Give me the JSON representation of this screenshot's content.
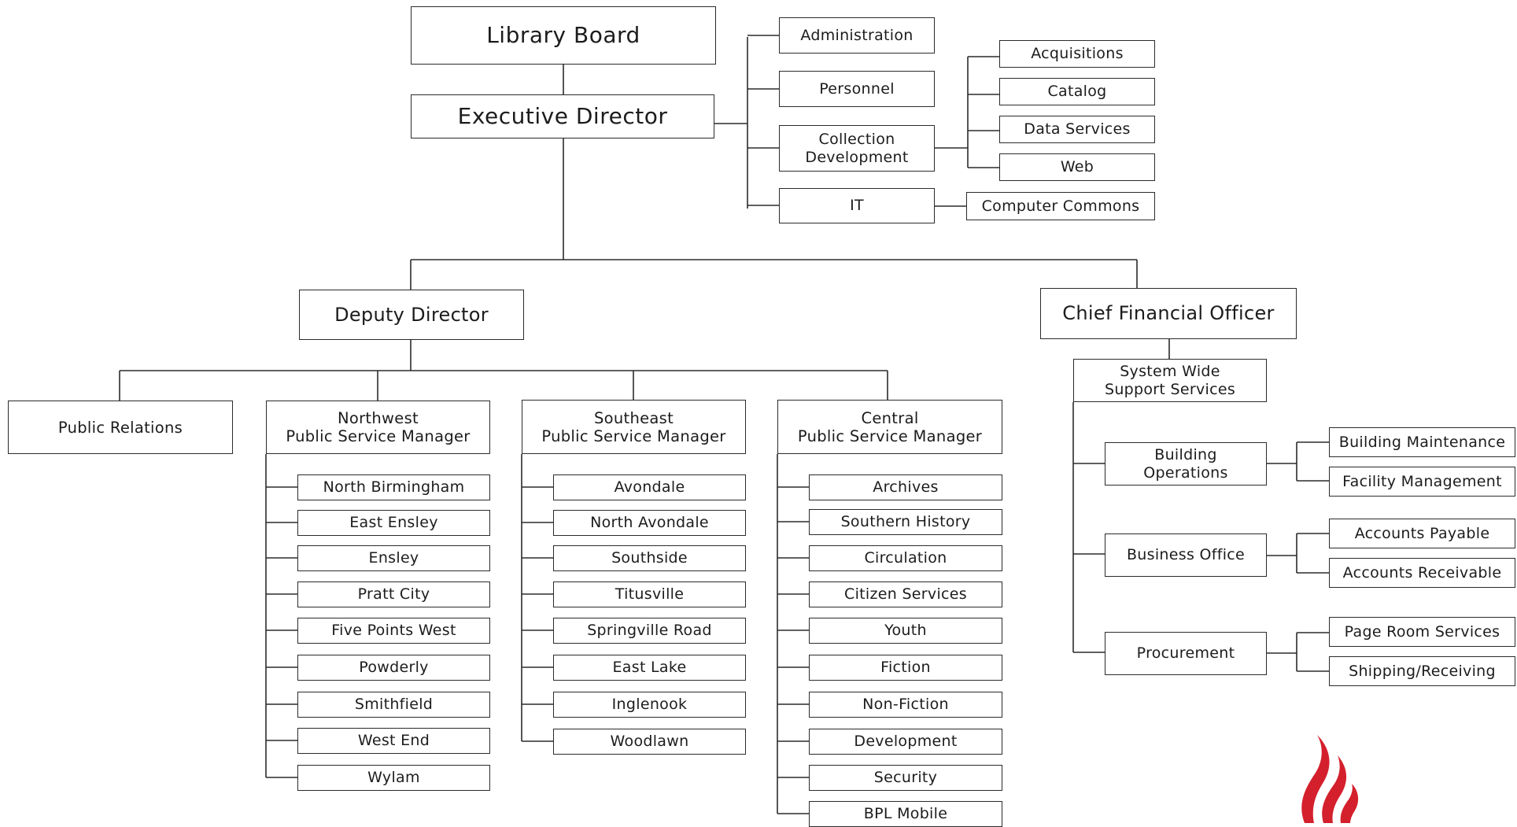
{
  "org": {
    "library_board": "Library Board",
    "executive_director": "Executive Director",
    "exec_units": {
      "administration": "Administration",
      "personnel": "Personnel",
      "collection_development": "Collection\nDevelopment",
      "it": "IT"
    },
    "collection_subunits": [
      "Acquisitions",
      "Catalog",
      "Data Services",
      "Web"
    ],
    "it_subunit": "Computer Commons",
    "deputy_director": "Deputy Director",
    "public_relations": "Public Relations",
    "northwest": {
      "title": "Northwest\nPublic Service Manager",
      "branches": [
        "North Birmingham",
        "East Ensley",
        "Ensley",
        "Pratt City",
        "Five Points West",
        "Powderly",
        "Smithfield",
        "West End",
        "Wylam"
      ]
    },
    "southeast": {
      "title": "Southeast\nPublic Service Manager",
      "branches": [
        "Avondale",
        "North Avondale",
        "Southside",
        "Titusville",
        "Springville Road",
        "East Lake",
        "Inglenook",
        "Woodlawn"
      ]
    },
    "central": {
      "title": "Central\nPublic Service Manager",
      "units": [
        "Archives",
        "Southern History",
        "Circulation",
        "Citizen Services",
        "Youth",
        "Fiction",
        "Non-Fiction",
        "Development",
        "Security",
        "BPL Mobile"
      ]
    },
    "cfo": "Chief Financial Officer",
    "system_wide": "System Wide\nSupport Services",
    "building_operations": {
      "title": "Building\nOperations",
      "units": [
        "Building Maintenance",
        "Facility Management"
      ]
    },
    "business_office": {
      "title": "Business Office",
      "units": [
        "Accounts Payable",
        "Accounts Receivable"
      ]
    },
    "procurement": {
      "title": "Procurement",
      "units": [
        "Page Room Services",
        "Shipping/Receiving"
      ]
    }
  },
  "logo": {
    "name": "flame-logo",
    "color": "#d4202c"
  },
  "line_color": "#2b2b2b"
}
